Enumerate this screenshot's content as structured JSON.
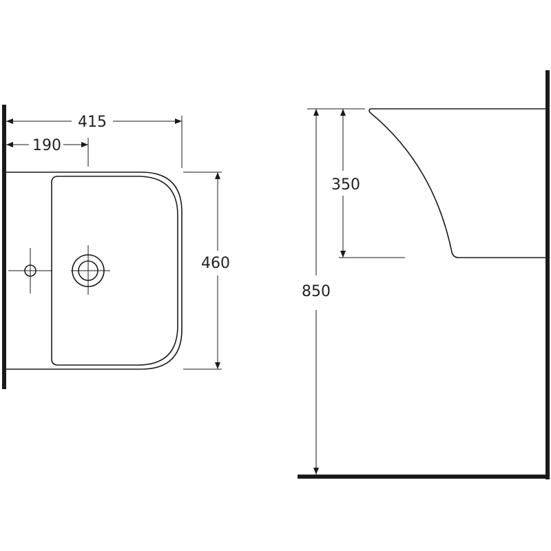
{
  "drawing": {
    "top_view": {
      "overall_width": "415",
      "tap_hole_offset": "190",
      "depth": "460"
    },
    "side_view": {
      "basin_height": "350",
      "mounting_height": "850"
    },
    "colors": {
      "line": "#1a1a1a",
      "text": "#222222",
      "background": "#ffffff"
    }
  }
}
